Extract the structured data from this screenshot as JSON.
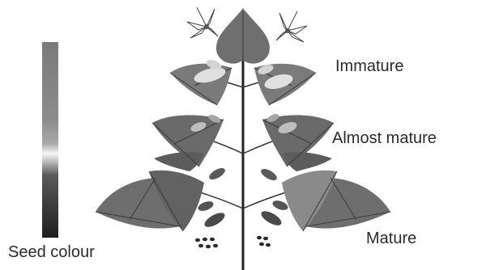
{
  "labels": {
    "immature": "Immature",
    "almost_mature": "Almost mature",
    "mature": "Mature",
    "seed_colour": "Seed colour"
  },
  "colors": {
    "background": "#ffffff",
    "leaf_light": "#8c8c8c",
    "leaf_mid": "#6f6f6f",
    "leaf_dark": "#5a5a5a",
    "leaf_vein": "#3a3a3a",
    "pod_light": "#d9d9d9",
    "pod_dark": "#4a4a4a",
    "stem": "#222222",
    "text": "#2b2b2b"
  },
  "seed_colour_bar": {
    "gradient_stops": [
      "#7a7a7a",
      "#8a8a8a",
      "#9a9a9a",
      "#f5f5f5",
      "#3a3a3a",
      "#1e1e1e"
    ]
  },
  "icons": [
    "lily-flower-icon",
    "lily-flower-icon"
  ]
}
